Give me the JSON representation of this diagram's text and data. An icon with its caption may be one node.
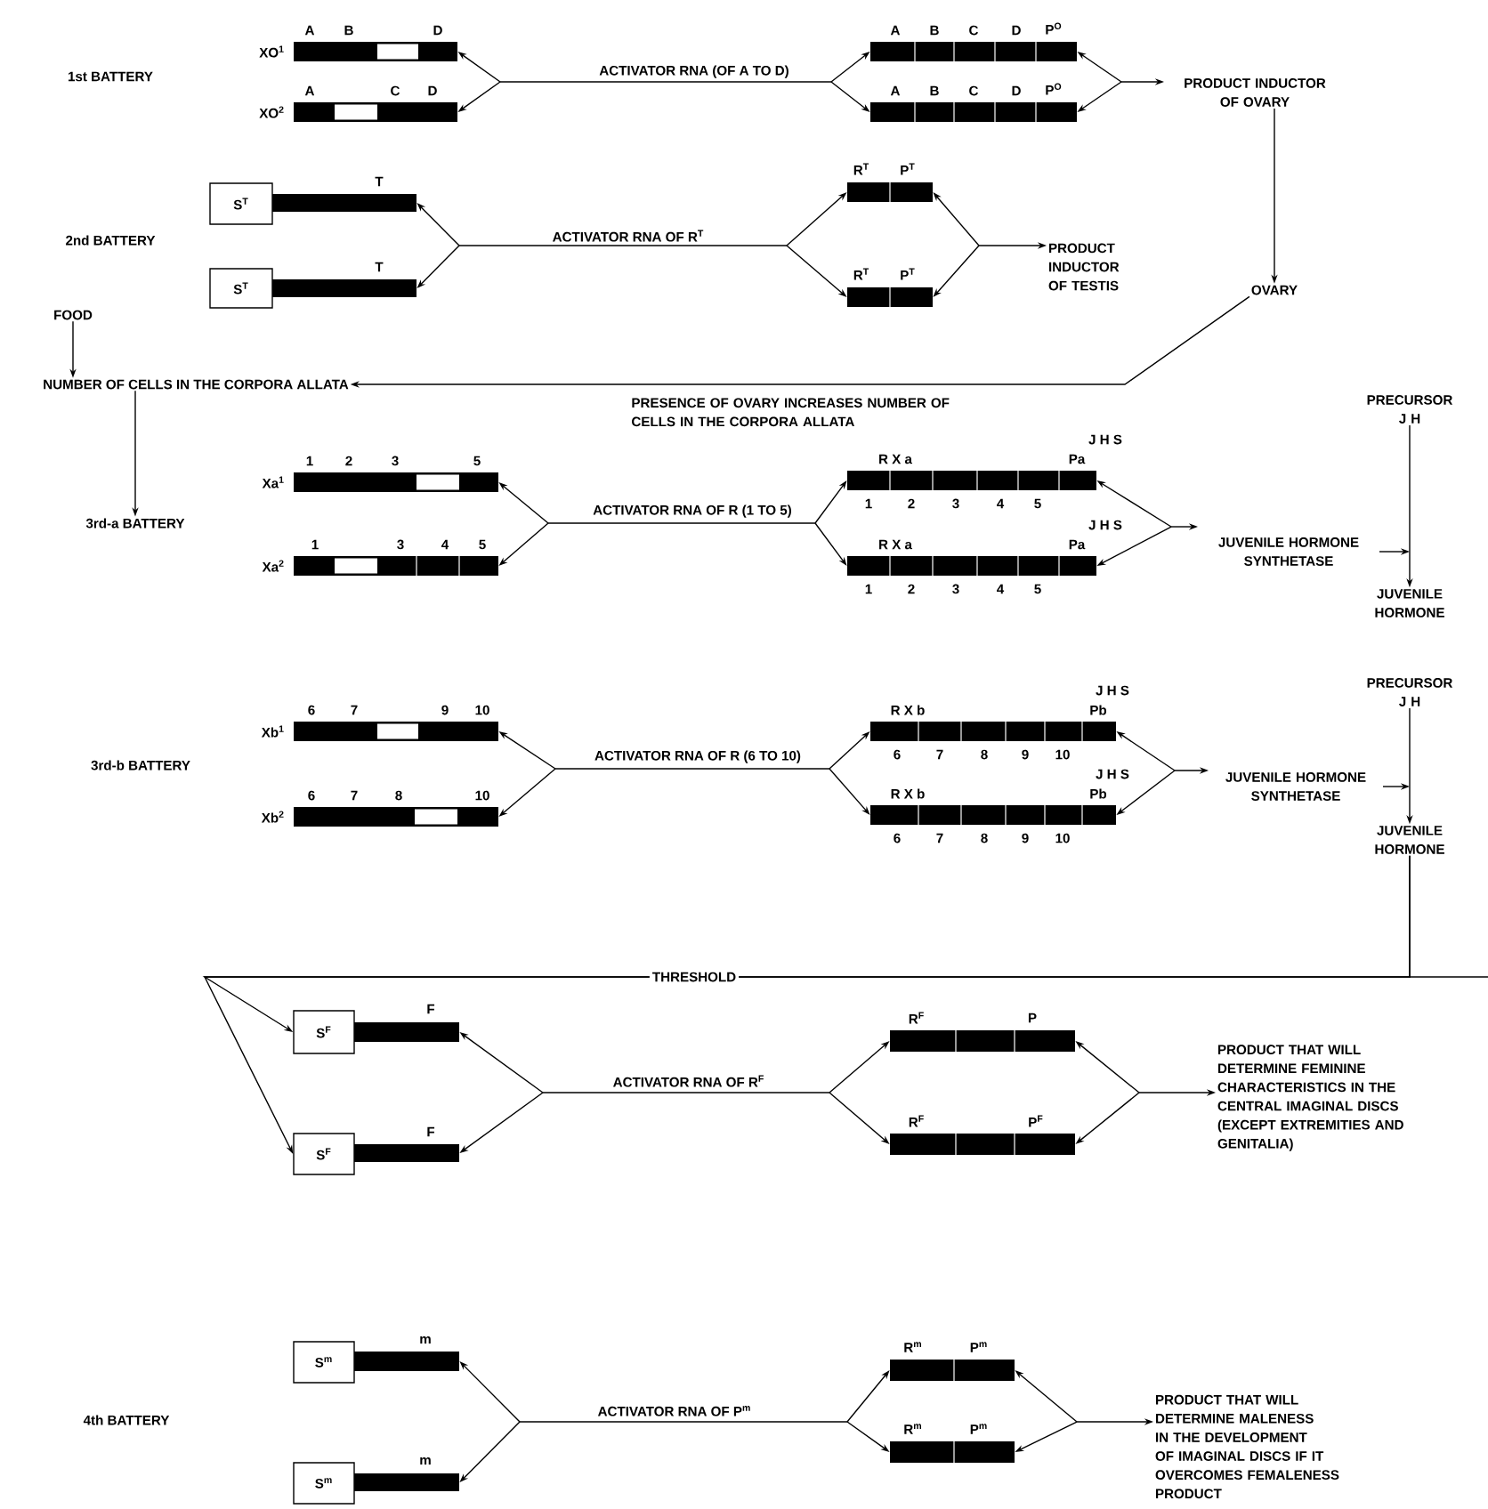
{
  "diagram": {
    "nodes": [
      {
        "text": [
          "A",
          "B",
          "D"
        ],
        "beside": [
          "XO$^{1}$"
        ]
      },
      {
        "text": [
          "A",
          "C",
          "D"
        ],
        "beside": [
          "XO$^{2}$"
        ]
      },
      {
        "text": [
          "A",
          "B",
          "C",
          "D",
          "P$^{O}$"
        ]
      },
      {
        "text": [
          "A",
          "B",
          "C",
          "D",
          "P$^{O}$"
        ]
      },
      {
        "text": [
          "PRODUCT INDUCTOR OF OVARY"
        ]
      },
      {
        "text": [
          "OVARY"
        ]
      },
      {
        "text": [
          "S$^{T}$"
        ]
      },
      {
        "text": [
          "T"
        ]
      },
      {
        "text": [
          "S$^{T}$"
        ]
      },
      {
        "text": [
          "T"
        ]
      },
      {
        "text": [
          "R$^{T}$",
          "P$^{T}$"
        ]
      },
      {
        "text": [
          "R$^{T}$",
          "P$^{T}$"
        ]
      },
      {
        "text": [
          "PRODUCT INDUCTOR OF TESTIS"
        ]
      },
      {
        "text": [
          "FOOD"
        ]
      },
      {
        "text": [
          "NUMBER OF CELLS IN THE CORPORA ALLATA"
        ]
      },
      {
        "text": [
          "3rd-a BATTERY"
        ]
      },
      {
        "text": [
          "1",
          "2",
          "3",
          "5"
        ],
        "beside": [
          "Xa$^{1}$"
        ]
      },
      {
        "text": [
          "1",
          "3",
          "4",
          "5"
        ],
        "beside": [
          "Xa$^{2}$"
        ]
      },
      {
        "text": [
          "R X a",
          "J H S",
          "Pa",
          "1",
          "2",
          "3",
          "4",
          "5"
        ]
      },
      {
        "text": [
          "R X a",
          "J H S",
          "Pa",
          "1",
          "2",
          "3",
          "4",
          "5"
        ]
      },
      {
        "text": [
          "JUVENILE HORMONE SYNTHETASE"
        ]
      },
      {
        "text": [
          "PRECURSOR J H"
        ]
      },
      {
        "text": [
          "JUVENILE HORMONE"
        ]
      },
      {
        "text": [
          "6",
          "7",
          "9",
          "10"
        ],
        "beside": [
          "Xb$^{1}$"
        ]
      },
      {
        "text": [
          "6",
          "7",
          "8",
          "10"
        ],
        "beside": [
          "Xb$^{2}$"
        ]
      },
      {
        "text": [
          "R X b",
          "J H S",
          "Pb",
          "6",
          "7",
          "8",
          "9",
          "10"
        ]
      },
      {
        "text": [
          "R X b",
          "J H S",
          "Pb",
          "6",
          "7",
          "8",
          "9",
          "10"
        ]
      },
      {
        "text": [
          "JUVENILE HORMONE SYNTHETASE"
        ]
      },
      {
        "text": [
          "PRECURSOR J H"
        ]
      },
      {
        "text": [
          "JUVENILE HORMONE"
        ]
      },
      {
        "text": [
          "S$^{F}$"
        ]
      },
      {
        "text": [
          "F"
        ]
      },
      {
        "text": [
          "S$^{F}$"
        ]
      },
      {
        "text": [
          "F"
        ]
      },
      {
        "text": [
          "R$^{F}$",
          "P"
        ]
      },
      {
        "text": [
          "R$^{F}$",
          "P$^{F}$"
        ]
      },
      {
        "text": [
          "PRODUCT THAT WILL DETERMINE FEMININE CHARACTERISTICS IN THE CENTRAL IMAGINAL DISCS (EXCEPT EXTREMITIES AND GENITALIA)"
        ]
      },
      {
        "text": [
          "S$^{m}$"
        ]
      },
      {
        "text": [
          "m"
        ]
      },
      {
        "text": [
          "S$^{m}$"
        ]
      },
      {
        "text": [
          "m"
        ]
      },
      {
        "text": [
          "R$^{m}$",
          "P$^{m}$"
        ]
      },
      {
        "text": [
          "R$^{m}$",
          "P$^{m}$"
        ]
      },
      {
        "text": [
          "PRODUCT THAT WILL DETERMINE MALENESS IN THE DEVELOPMENT OF IMAGINAL DISCS IF IT OVERCOMES FEMALENESS PRODUCT"
        ]
      }
    ],
    "edges": [
      {
        "from": 0,
        "to": 2,
        "arrow": "both",
        "label": "ACTIVATOR RNA (OF A TO D)"
      },
      {
        "from": 0,
        "to": 3,
        "arrow": "both"
      },
      {
        "from": 1,
        "to": 2,
        "arrow": "both"
      },
      {
        "from": 1,
        "to": 3,
        "arrow": "both"
      },
      {
        "from": 2,
        "to": 4,
        "arrow": "both"
      },
      {
        "from": 3,
        "to": 4,
        "arrow": "both"
      },
      {
        "from": 4,
        "to": 5,
        "arrow": "to"
      },
      {
        "from": 7,
        "to": 10,
        "arrow": "both",
        "label": "ACTIVATOR RNA OF R$^{T}$"
      },
      {
        "from": 7,
        "to": 11,
        "arrow": "both"
      },
      {
        "from": 9,
        "to": 10,
        "arrow": "both"
      },
      {
        "from": 9,
        "to": 11,
        "arrow": "both"
      },
      {
        "from": 10,
        "to": 12,
        "arrow": "both"
      },
      {
        "from": 11,
        "to": 12,
        "arrow": "both"
      },
      {
        "from": 5,
        "to": 14,
        "arrow": "to",
        "label": "PRESENCE OF OVARY INCREASES NUMBER OF CELLS IN THE CORPORA ALLATA"
      },
      {
        "from": 13,
        "to": 14,
        "arrow": "to"
      },
      {
        "from": 14,
        "to": 15,
        "arrow": "to"
      },
      {
        "from": 16,
        "to": 18,
        "arrow": "both",
        "label": "ACTIVATOR RNA OF R (1 TO 5)"
      },
      {
        "from": 16,
        "to": 19,
        "arrow": "both"
      },
      {
        "from": 17,
        "to": 18,
        "arrow": "both"
      },
      {
        "from": 17,
        "to": 19,
        "arrow": "both"
      },
      {
        "from": 18,
        "to": 20,
        "arrow": "both"
      },
      {
        "from": 19,
        "to": 20,
        "arrow": "both"
      },
      {
        "from": 21,
        "to": 22,
        "arrow": "to"
      },
      {
        "from": 20,
        "to": 22,
        "arrow": "to"
      },
      {
        "from": 23,
        "to": 25,
        "arrow": "both",
        "label": "ACTIVATOR RNA OF R (6 TO 10)"
      },
      {
        "from": 23,
        "to": 26,
        "arrow": "both"
      },
      {
        "from": 24,
        "to": 25,
        "arrow": "both"
      },
      {
        "from": 24,
        "to": 26,
        "arrow": "both"
      },
      {
        "from": 25,
        "to": 27,
        "arrow": "both"
      },
      {
        "from": 26,
        "to": 27,
        "arrow": "both"
      },
      {
        "from": 28,
        "to": 29,
        "arrow": "to"
      },
      {
        "from": 27,
        "to": 29,
        "arrow": "to"
      },
      {
        "from": 29,
        "to": 30,
        "arrow": "to",
        "label": "THRESHOLD"
      },
      {
        "from": 29,
        "to": 32,
        "arrow": "to"
      },
      {
        "from": 31,
        "to": 34,
        "arrow": "both",
        "label": "ACTIVATOR RNA OF R$^{F}$"
      },
      {
        "from": 31,
        "to": 35,
        "arrow": "both"
      },
      {
        "from": 33,
        "to": 34,
        "arrow": "both"
      },
      {
        "from": 33,
        "to": 35,
        "arrow": "both"
      },
      {
        "from": 34,
        "to": 36,
        "arrow": "both"
      },
      {
        "from": 35,
        "to": 36,
        "arrow": "both"
      },
      {
        "from": 38,
        "to": 41,
        "arrow": "both",
        "label": "ACTIVATOR RNA OF P$^{m}$"
      },
      {
        "from": 38,
        "to": 42,
        "arrow": "both"
      },
      {
        "from": 40,
        "to": 41,
        "arrow": "both"
      },
      {
        "from": 40,
        "to": 42,
        "arrow": "both"
      },
      {
        "from": 41,
        "to": 43,
        "arrow": "both"
      },
      {
        "from": 42,
        "to": 43,
        "arrow": "both"
      }
    ],
    "labels": [
      "1st BATTERY",
      "2nd BATTERY",
      "3rd-b BATTERY",
      "4th BATTERY"
    ]
  }
}
